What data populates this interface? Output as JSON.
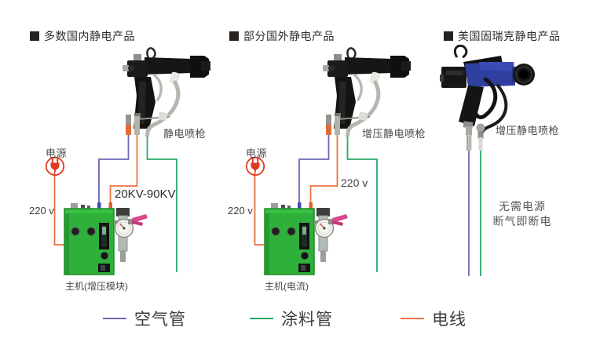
{
  "palette": {
    "air_pipe": "#6a67b5",
    "paint_pipe": "#2aa869",
    "wire": "#ed7140",
    "plug_red": "#e23a20",
    "machine_green": "#2fb03a",
    "gun_blue": "#2e3f9f",
    "heading_text": "#2e2e2e"
  },
  "sections": [
    {
      "heading": "多数国内静电产品",
      "gun_label": "静电喷枪",
      "power_label": "电源",
      "mains_voltage": "220 v",
      "output_range": "20KV-90KV",
      "machine_label": "主机(增压模块)"
    },
    {
      "heading": "部分国外静电产品",
      "gun_label": "增压静电喷枪",
      "power_label": "电源",
      "mains_voltage": "220 v",
      "gun_voltage": "220 v",
      "machine_label": "主机(电流)"
    },
    {
      "heading": "美国固瑞克静电产品",
      "gun_label": "增压静电喷枪",
      "note_line1": "无需电源",
      "note_line2": "断气即断电"
    }
  ],
  "legend": {
    "items": [
      {
        "label": "空气管",
        "color": "#6a67b5"
      },
      {
        "label": "涂料管",
        "color": "#2aa869"
      },
      {
        "label": "电线",
        "color": "#ed7140"
      }
    ]
  }
}
